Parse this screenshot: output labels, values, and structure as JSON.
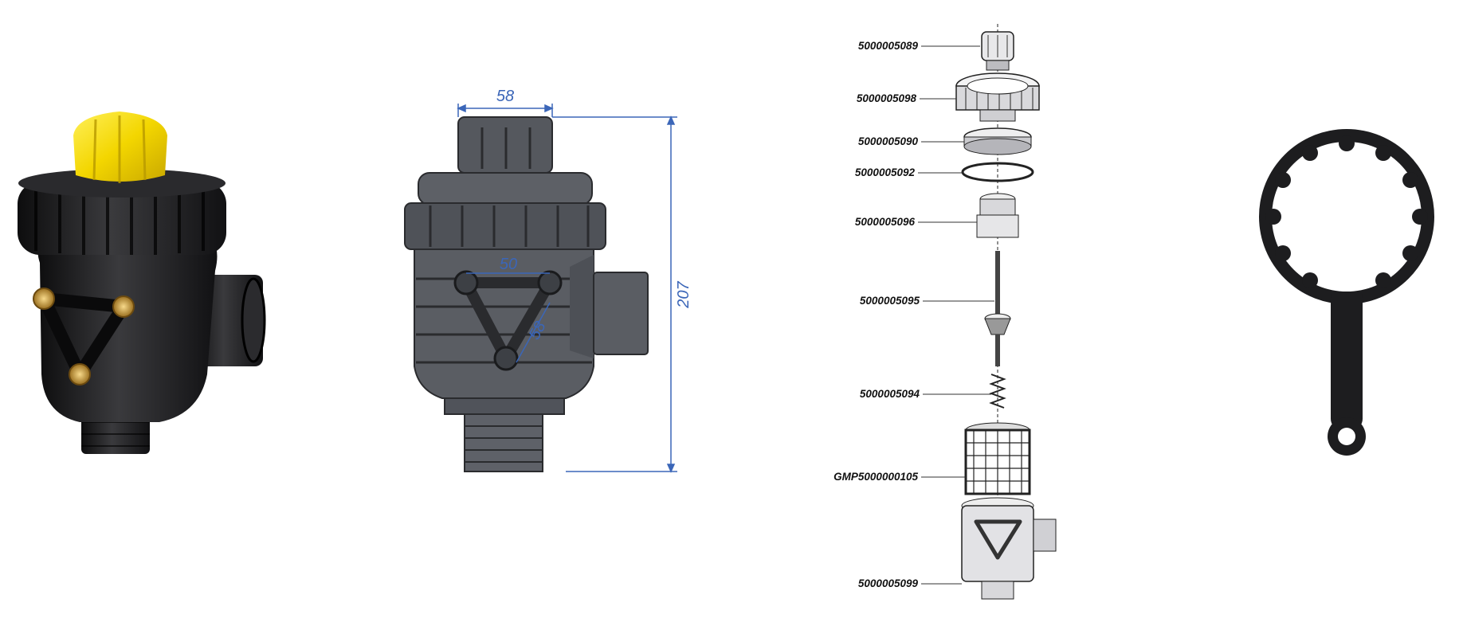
{
  "colors": {
    "cap_yellow": "#f3d600",
    "body_black": "#1d1d1f",
    "brass": "#c99a3a",
    "drawing_gray": "#55585e",
    "dimension_blue": "#3b66b8"
  },
  "dimensions": {
    "top_width": "58",
    "height": "207",
    "port_spacing": "50",
    "diagonal": "58"
  },
  "parts": [
    {
      "code": "5000005089"
    },
    {
      "code": "5000005098"
    },
    {
      "code": "5000005090"
    },
    {
      "code": "5000005092"
    },
    {
      "code": "5000005096"
    },
    {
      "code": "5000005095"
    },
    {
      "code": "5000005094"
    },
    {
      "code": "GMP5000000105"
    },
    {
      "code": "5000005099"
    }
  ]
}
